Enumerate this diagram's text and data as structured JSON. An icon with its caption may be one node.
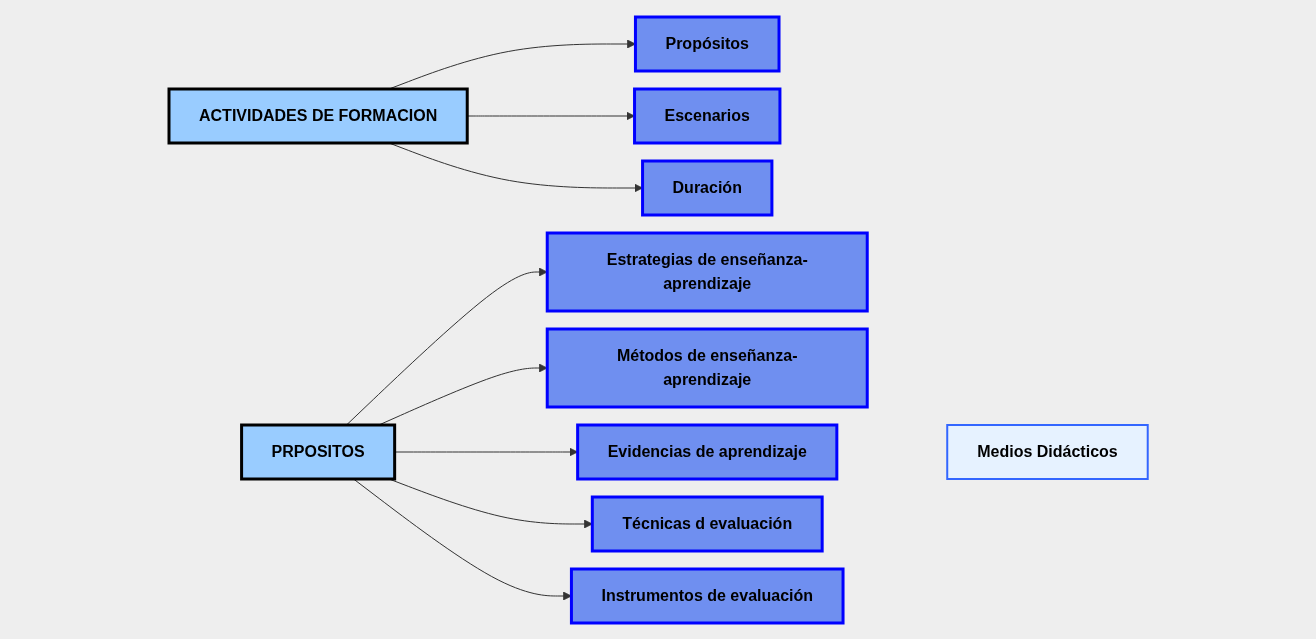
{
  "diagram": {
    "nodes": [
      {
        "text": [
          "ACTIVIDADES DE FORMACION"
        ]
      },
      {
        "text": [
          "Propósitos"
        ]
      },
      {
        "text": [
          "Escenarios"
        ]
      },
      {
        "text": [
          "Duración"
        ]
      },
      {
        "text": [
          "PRPOSITOS"
        ]
      },
      {
        "text": [
          "Estrategias de enseñanza-aprendizaje"
        ]
      },
      {
        "text": [
          "Métodos de enseñanza-aprendizaje"
        ]
      },
      {
        "text": [
          "Evidencias de aprendizaje"
        ]
      },
      {
        "text": [
          "Técnicas d evaluación"
        ]
      },
      {
        "text": [
          "Instrumentos de evaluación"
        ]
      },
      {
        "text": [
          "Medios Didácticos"
        ]
      }
    ],
    "edges": [
      {
        "from": 0,
        "to": 1,
        "arrow": "to"
      },
      {
        "from": 0,
        "to": 2,
        "arrow": "to"
      },
      {
        "from": 0,
        "to": 3,
        "arrow": "to"
      },
      {
        "from": 4,
        "to": 5,
        "arrow": "to"
      },
      {
        "from": 4,
        "to": 6,
        "arrow": "to"
      },
      {
        "from": 4,
        "to": 7,
        "arrow": "to"
      },
      {
        "from": 4,
        "to": 8,
        "arrow": "to"
      },
      {
        "from": 4,
        "to": 9,
        "arrow": "to"
      }
    ]
  }
}
